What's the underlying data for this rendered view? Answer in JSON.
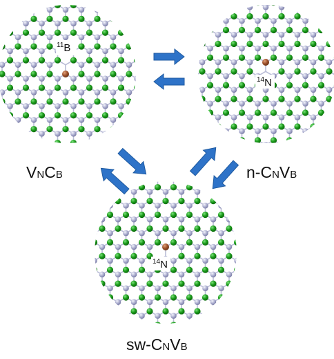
{
  "colors": {
    "boron": "#1a9a1a",
    "boron_highlight": "#7be27b",
    "nitrogen": "#a7a9cc",
    "nitrogen_highlight": "#eceef8",
    "carbon": "#a0522d",
    "bond": "#b9bcd6",
    "arrow": "#2e73c8",
    "arrow_edge": "#1e5aa0"
  },
  "structures": [
    {
      "id": "vncb",
      "atom_note": {
        "mass": "11",
        "element": "B"
      }
    },
    {
      "id": "n-cnvb",
      "atom_note": {
        "mass": "14",
        "element": "N"
      }
    },
    {
      "id": "sw-cnvb",
      "atom_note": {
        "mass": "14",
        "element": "N"
      }
    }
  ],
  "labels": {
    "vncb": {
      "p1": "V",
      "s1": "N",
      "p2": "C",
      "s2": "B"
    },
    "ncnvb": {
      "p0": "n-",
      "p1": "C",
      "s1": "N",
      "p2": "V",
      "s2": "B"
    },
    "swcnvb": {
      "p0": "sw-",
      "p1": "C",
      "s1": "N",
      "p2": "V",
      "s2": "B"
    }
  }
}
